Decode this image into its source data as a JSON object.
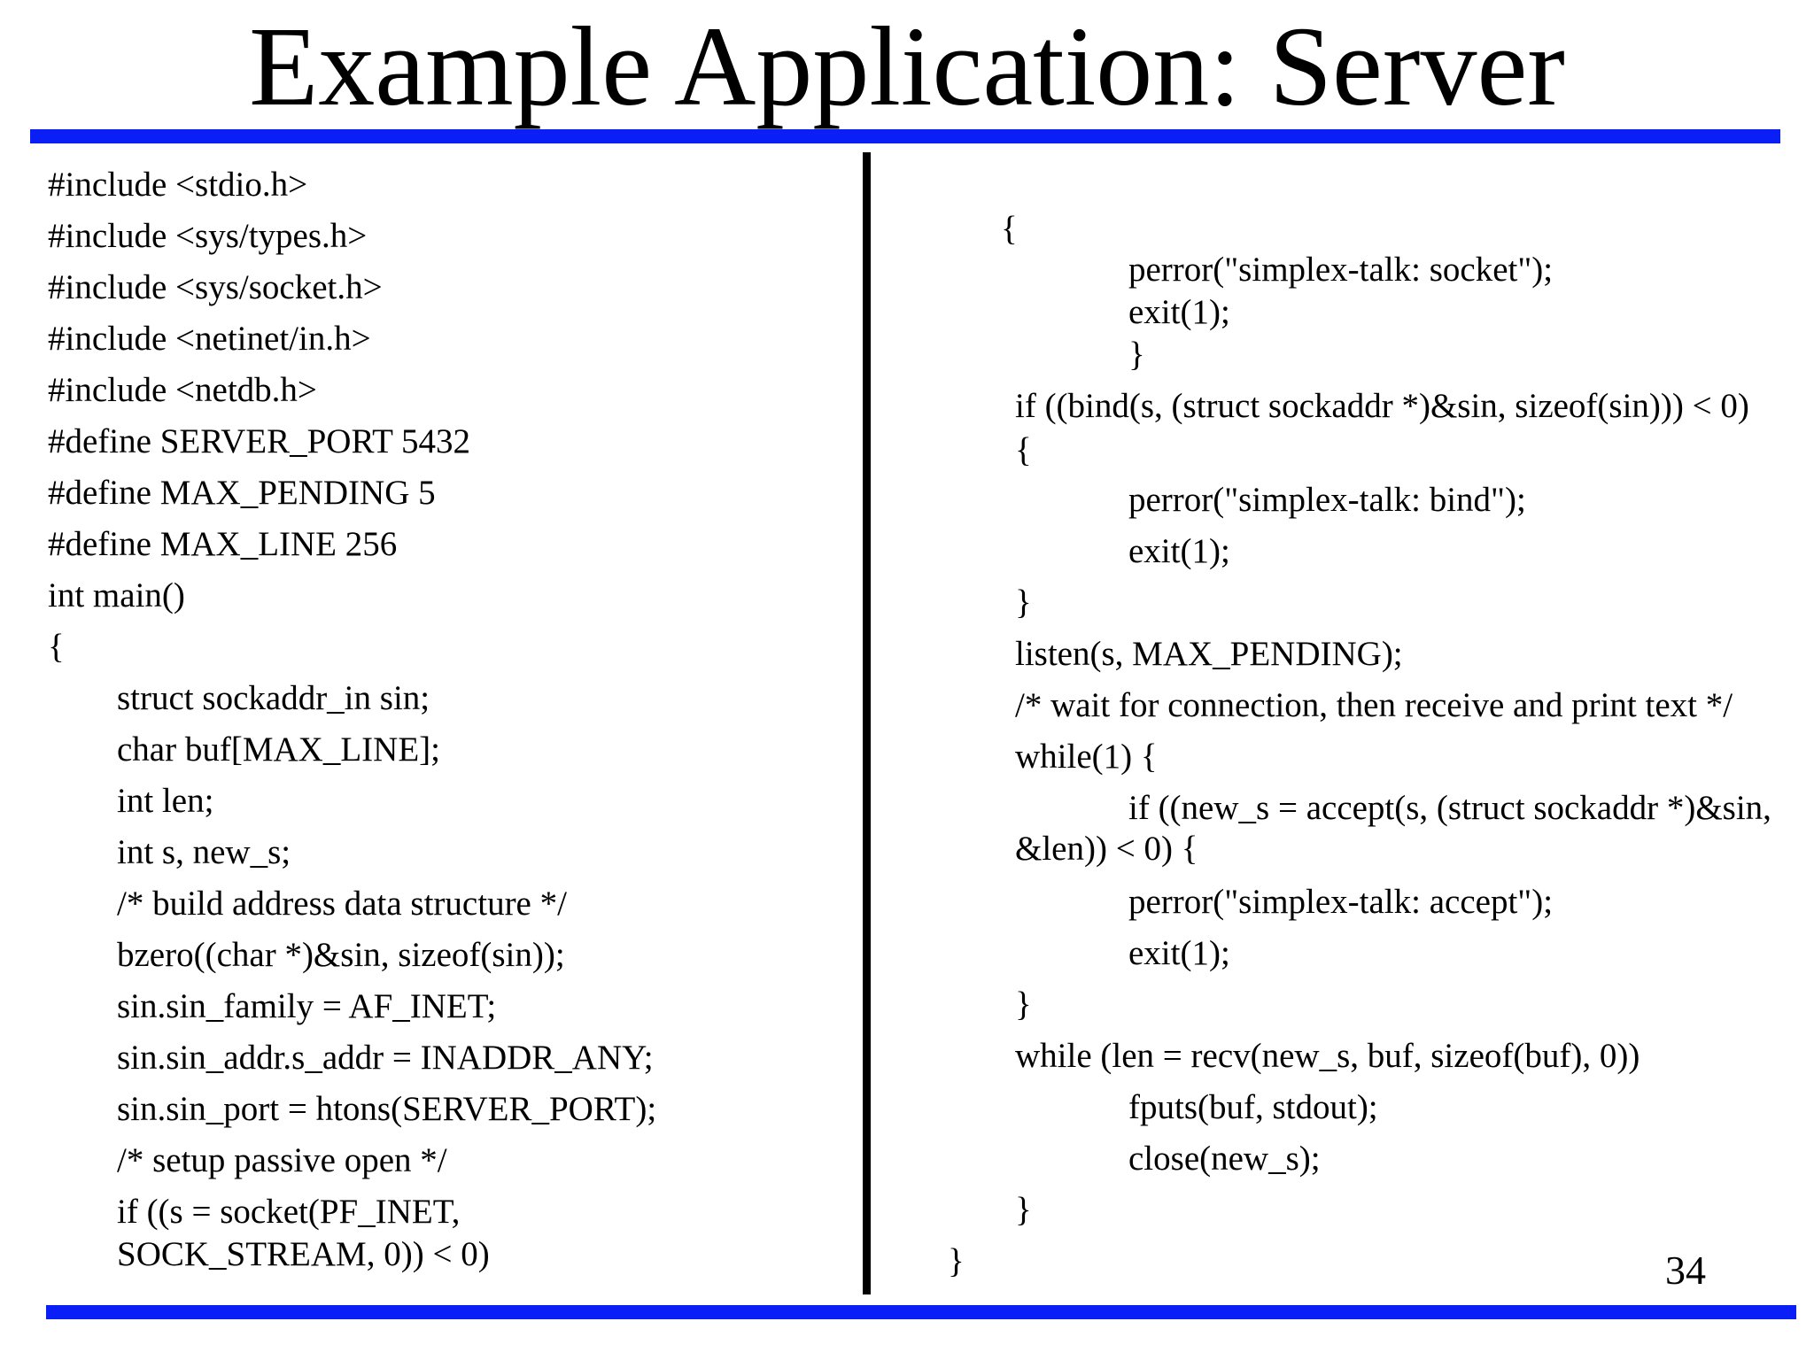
{
  "slide": {
    "title": "Example Application: Server",
    "page_number": "34",
    "accent_color": "#0a1ff5",
    "left_column": [
      "#include <stdio.h>",
      "#include <sys/types.h>",
      "#include <sys/socket.h>",
      "#include <netinet/in.h>",
      "#include <netdb.h>",
      "#define SERVER_PORT 5432",
      "#define MAX_PENDING 5",
      "#define MAX_LINE 256",
      "int main()",
      "{",
      "struct sockaddr_in sin;",
      "char buf[MAX_LINE];",
      "int len;",
      "int s, new_s;",
      "/* build address data structure */",
      "bzero((char *)&sin, sizeof(sin));",
      "sin.sin_family = AF_INET;",
      "sin.sin_addr.s_addr = INADDR_ANY;",
      "sin.sin_port = htons(SERVER_PORT);",
      "/* setup passive open */",
      "if ((s = socket(PF_INET,",
      "SOCK_STREAM, 0)) < 0)"
    ],
    "right_column": [
      "{",
      "perror(\"simplex-talk: socket\");",
      "exit(1);",
      "}",
      "if ((bind(s, (struct sockaddr *)&sin, sizeof(sin))) < 0)",
      "{",
      "perror(\"simplex-talk: bind\");",
      "exit(1);",
      "}",
      "listen(s, MAX_PENDING);",
      "/* wait for connection, then receive and print text */",
      "while(1) {",
      "if ((new_s = accept(s, (struct sockaddr *)&sin,",
      "&len)) < 0) {",
      "perror(\"simplex-talk: accept\");",
      "exit(1);",
      "}",
      "while (len = recv(new_s, buf, sizeof(buf), 0))",
      "fputs(buf, stdout);",
      "close(new_s);",
      "}",
      "}"
    ]
  }
}
